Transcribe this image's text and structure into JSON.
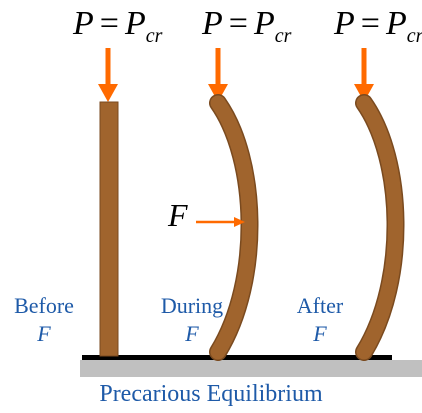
{
  "load_labels": [
    {
      "symbol": "P",
      "operator": "=",
      "critical_symbol": "P",
      "subscript": "cr"
    },
    {
      "symbol": "P",
      "operator": "=",
      "critical_symbol": "P",
      "subscript": "cr"
    },
    {
      "symbol": "P",
      "operator": "=",
      "critical_symbol": "P",
      "subscript": "cr"
    }
  ],
  "columns": [
    {
      "state": "Before",
      "force": "F"
    },
    {
      "state": "During",
      "force": "F"
    },
    {
      "state": "After",
      "force": "F"
    }
  ],
  "lateral_force_label": "F",
  "caption": "Precarious Equilibrium",
  "colors": {
    "column": "#a0642d",
    "column_edge": "#6e4019",
    "arrow": "#ff6a00",
    "label_blue": "#1e5aa8",
    "ground": "#c0c0c0",
    "ground_line": "#000000"
  }
}
